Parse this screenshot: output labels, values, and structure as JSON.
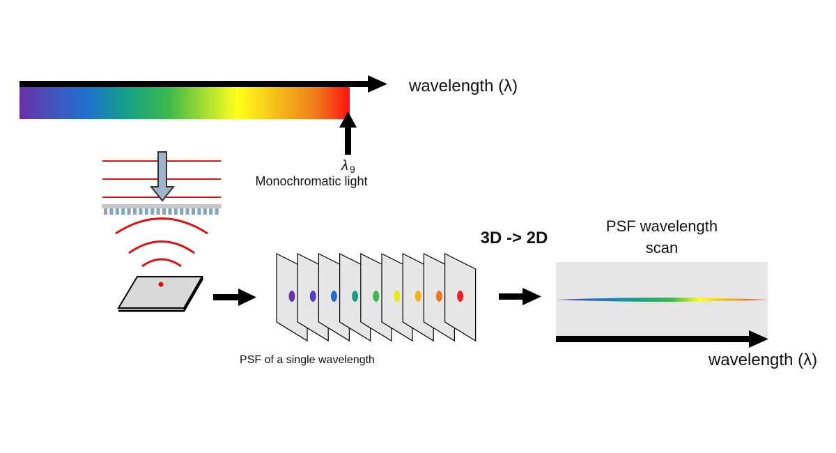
{
  "top_axis": {
    "label": "wavelength (λ)"
  },
  "marker": {
    "symbol": "λ",
    "subscript": "9",
    "caption": "Monochromatic light"
  },
  "stack": {
    "caption": "PSF of a single wavelength",
    "spot_colors": [
      "#6a2fb0",
      "#5a3cc0",
      "#1f6fd0",
      "#14a08a",
      "#3cb84a",
      "#e8e818",
      "#f5b21a",
      "#f07a1a",
      "#ee1c1c"
    ]
  },
  "transform": {
    "label": "3D -> 2D"
  },
  "scan": {
    "title_line1": "PSF wavelength",
    "title_line2": "scan",
    "axis_label": "wavelength (λ)"
  },
  "colors": {
    "arrow": "#000000",
    "wave": "#e01010",
    "panel": "#e6e6e6"
  }
}
